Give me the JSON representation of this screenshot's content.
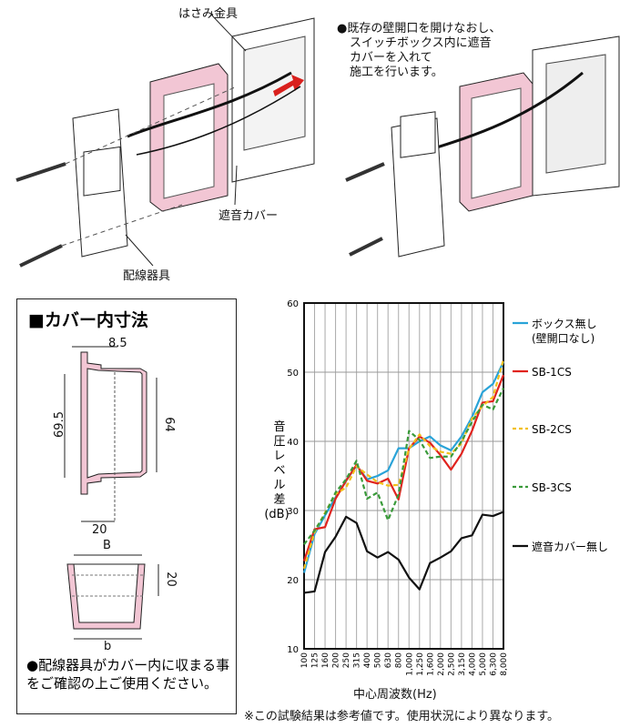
{
  "illustration": {
    "label_clip": "はさみ金具",
    "label_cover": "遮音カバー",
    "label_device": "配線器具",
    "note": "●既存の壁開口を開けなおし、スイッチボックス内に遮音カバーを入れて施工を行います。",
    "note_lines": [
      "●既存の壁開口を開けなおし、",
      "スイッチボックス内に遮音",
      "カバーを入れて",
      "施工を行います。"
    ]
  },
  "dimensions": {
    "title": "■カバー内寸法",
    "dim_8_5": "8.5",
    "dim_69_5": "69.5",
    "dim_64": "64",
    "dim_20_depth": "20",
    "dim_B": "B",
    "dim_20_height": "20",
    "dim_b": "b",
    "note": "●配線器具がカバー内に収まる事をご確認の上ご使用ください。"
  },
  "footnote": "※この試験結果は参考値です。使用状況により異なります。",
  "colors": {
    "cover_pink": "#f2c6d4",
    "blue": "#29a3d8",
    "red": "#e0231e",
    "yellow": "#f2c01a",
    "green": "#3a9a3a",
    "black": "#111111"
  },
  "chart_data": {
    "type": "line",
    "xlabel": "中心周波数(Hz)",
    "ylabel": "音圧レベル差(dB)",
    "ylabel_chars": [
      "音",
      "圧",
      "レ",
      "ベ",
      "ル",
      "差",
      "(dB)"
    ],
    "ylim": [
      10,
      60
    ],
    "yticks": [
      "10",
      "20",
      "30",
      "40",
      "50",
      "60"
    ],
    "grid": true,
    "legend_position": "right",
    "categories": [
      "100",
      "125",
      "160",
      "200",
      "250",
      "315",
      "400",
      "500",
      "630",
      "800",
      "1,000",
      "1,250",
      "1,600",
      "2,000",
      "2,500",
      "3,150",
      "4,000",
      "5,000",
      "6,300",
      "8,000"
    ],
    "series": [
      {
        "name": "ボックス無し",
        "name2": "(壁開口なし)",
        "color": "#29a3d8",
        "style": "solid",
        "values": [
          21.0,
          26.6,
          29.3,
          31.9,
          34.3,
          36.5,
          34.5,
          35.0,
          35.8,
          39.0,
          39.0,
          40.0,
          40.7,
          39.4,
          38.7,
          40.7,
          43.5,
          47.1,
          48.3,
          51.5
        ]
      },
      {
        "name": "SB-1CS",
        "color": "#e0231e",
        "style": "solid",
        "values": [
          22.7,
          27.3,
          27.6,
          31.7,
          34.3,
          36.6,
          34.3,
          33.9,
          34.6,
          31.6,
          39.0,
          40.7,
          39.8,
          38.0,
          35.9,
          38.2,
          41.5,
          45.6,
          45.8,
          49.6
        ]
      },
      {
        "name": "SB-2CS",
        "color": "#f2c01a",
        "style": "dashed",
        "values": [
          21.6,
          26.9,
          29.7,
          32.4,
          33.3,
          36.4,
          35.2,
          34.1,
          33.6,
          33.7,
          38.9,
          41.0,
          39.3,
          38.5,
          38.2,
          39.7,
          43.3,
          45.1,
          46.4,
          51.8
        ]
      },
      {
        "name": "SB-3CS",
        "color": "#3a9a3a",
        "style": "dashed",
        "values": [
          25.1,
          27.1,
          29.5,
          32.6,
          34.5,
          37.2,
          31.7,
          32.6,
          28.6,
          32.3,
          41.5,
          40.2,
          37.6,
          37.8,
          37.8,
          40.0,
          42.8,
          45.3,
          44.6,
          47.7
        ]
      },
      {
        "name": "遮音カバー無し",
        "color": "#111111",
        "style": "solid",
        "values": [
          18.1,
          18.3,
          24.0,
          26.2,
          29.1,
          28.2,
          24.1,
          23.2,
          24.0,
          22.9,
          20.3,
          18.6,
          22.4,
          23.2,
          24.1,
          26.0,
          26.4,
          29.4,
          29.2,
          29.8
        ]
      }
    ]
  }
}
